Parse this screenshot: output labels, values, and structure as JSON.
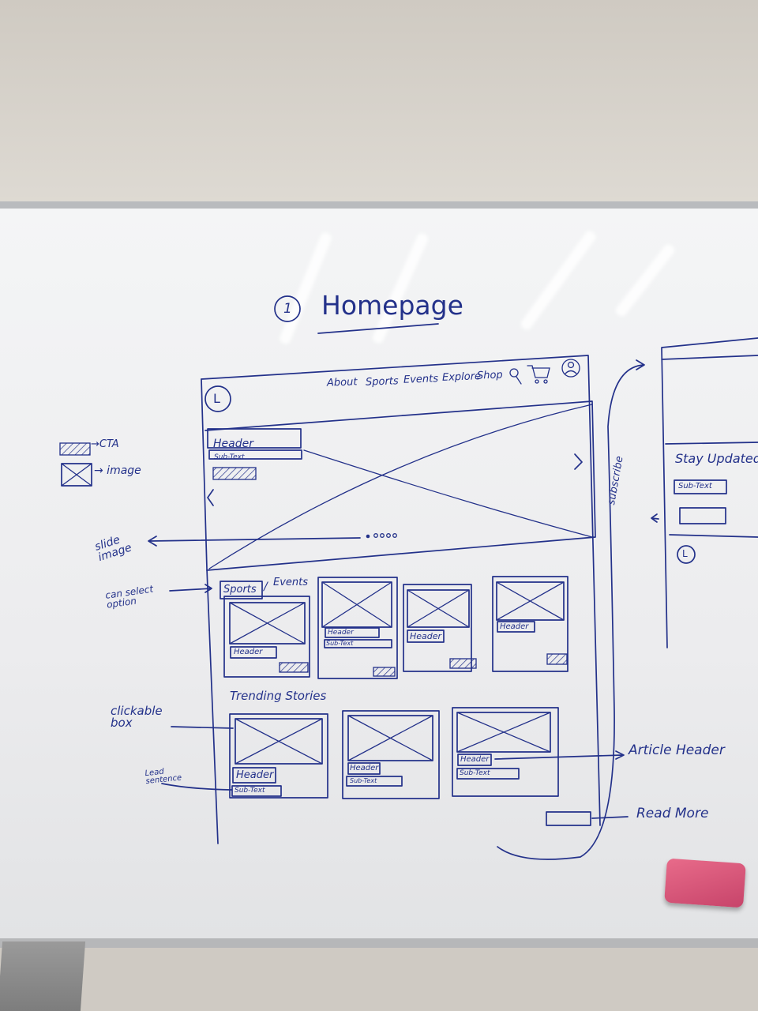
{
  "title": "Homepage",
  "step_number": "1",
  "legend": {
    "cta": "→CTA",
    "image": "→ image"
  },
  "logo_letter": "L",
  "nav": [
    "About",
    "Sports",
    "Events",
    "Explore",
    "Shop"
  ],
  "hero": {
    "header": "Header",
    "subtext": "Sub-Text"
  },
  "category": {
    "selected": "Sports",
    "separator": "/",
    "other": "Events"
  },
  "cards": [
    "Header",
    "Header",
    "Header",
    "Header"
  ],
  "card2_subtext": "Sub-Text",
  "trending": {
    "title": "Trending Stories",
    "cards": [
      {
        "header": "Header",
        "subtext": "Sub-Text"
      },
      {
        "header": "Header",
        "subtext": "Sub-Text"
      },
      {
        "header": "Header",
        "subtext": "Sub-Text"
      }
    ]
  },
  "annotations": {
    "slide_image": "slide image",
    "can_select": "can select option",
    "clickable_box": "clickable box",
    "lead_sentence": "Lead sentence",
    "article_header": "Article Header",
    "read_more": "Read More",
    "subscribe": "subscribe"
  },
  "subscribe_panel": {
    "title": "Stay Updated",
    "subtext": "Sub-Text",
    "logo_letter": "L"
  },
  "colors": {
    "ink": "#23318a",
    "board": "#f1f2f3",
    "eraser": "#d9537a"
  }
}
